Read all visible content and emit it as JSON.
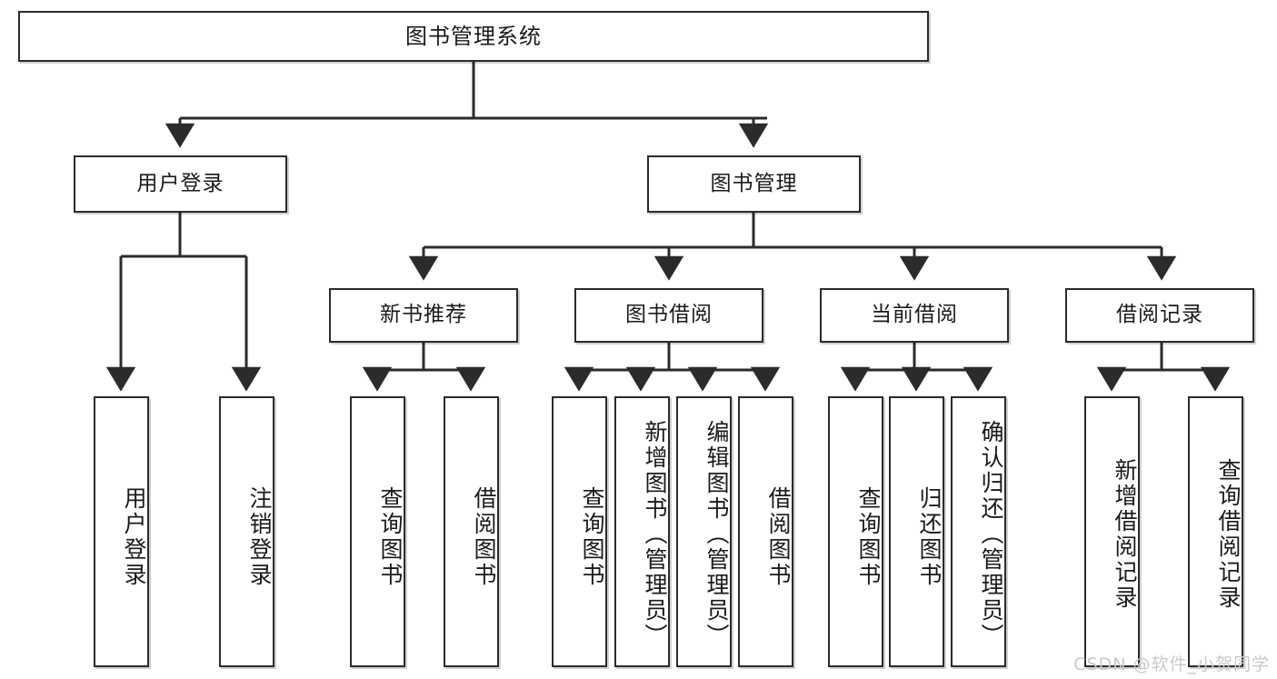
{
  "diagram": {
    "title": "图书管理系统",
    "type": "tree",
    "watermark": "CSDN @软件_小贺同学",
    "colors": {
      "box_border": "#2b2b2b",
      "box_fill": "#ffffff",
      "edge": "#2b2b2b",
      "text": "#1a1a1a",
      "watermark": "#c9c9c9"
    },
    "levels": {
      "root": {
        "label": "图书管理系统"
      },
      "level2": [
        {
          "id": "user-login",
          "label": "用户登录"
        },
        {
          "id": "book-management",
          "label": "图书管理"
        }
      ],
      "level3": [
        {
          "id": "new-book-recommend",
          "label": "新书推荐"
        },
        {
          "id": "book-borrow",
          "label": "图书借阅"
        },
        {
          "id": "current-borrow",
          "label": "当前借阅"
        },
        {
          "id": "borrow-record",
          "label": "借阅记录"
        }
      ],
      "leaves": [
        {
          "id": "leaf-user-login",
          "label": "用户登录",
          "parent": "user-login"
        },
        {
          "id": "leaf-logout-login",
          "label": "注销登录",
          "parent": "user-login"
        },
        {
          "id": "leaf-query-book-1",
          "label": "查询图书",
          "parent": "new-book-recommend"
        },
        {
          "id": "leaf-borrow-book-1",
          "label": "借阅图书",
          "parent": "new-book-recommend"
        },
        {
          "id": "leaf-query-book-2",
          "label": "查询图书",
          "parent": "book-borrow"
        },
        {
          "id": "leaf-add-book",
          "label": "新增图书（管理员）",
          "parent": "book-borrow"
        },
        {
          "id": "leaf-edit-book",
          "label": "编辑图书（管理员）",
          "parent": "book-borrow"
        },
        {
          "id": "leaf-borrow-book-2",
          "label": "借阅图书",
          "parent": "book-borrow"
        },
        {
          "id": "leaf-query-book-3",
          "label": "查询图书",
          "parent": "current-borrow"
        },
        {
          "id": "leaf-return-book",
          "label": "归还图书",
          "parent": "current-borrow"
        },
        {
          "id": "leaf-confirm-return",
          "label": "确认归还（管理员）",
          "parent": "current-borrow"
        },
        {
          "id": "leaf-add-record",
          "label": "新增借阅记录",
          "parent": "borrow-record"
        },
        {
          "id": "leaf-query-record",
          "label": "查询借阅记录",
          "parent": "borrow-record"
        }
      ]
    }
  }
}
